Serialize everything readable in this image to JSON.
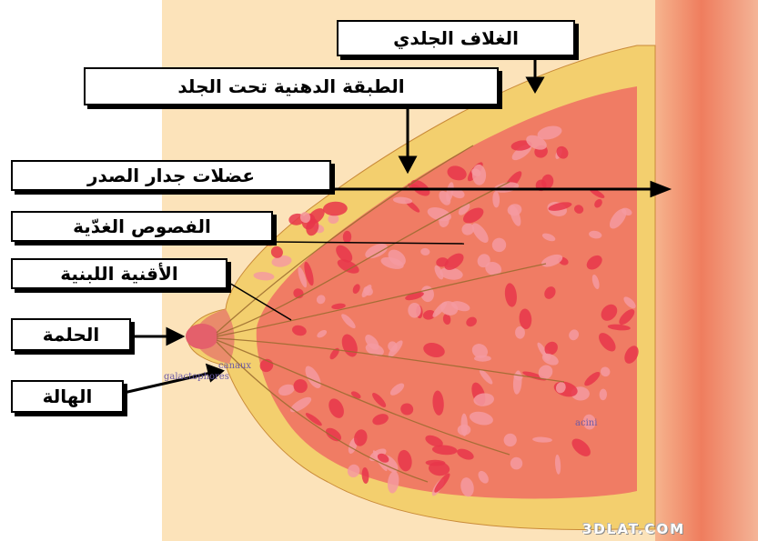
{
  "labels": {
    "skin": "الغلاف الجلدي",
    "fat": "الطبقة الدهنية تحت الجلد",
    "muscle": "عضلات جدار الصدر",
    "lobes": "الفصوص الغدّية",
    "ducts": "الأقنية اللبنية",
    "nipple": "الحلمة",
    "areola": "الهالة"
  },
  "latin_labels": {
    "l1": "canaux",
    "l2": "galactophores",
    "l3": "acini"
  },
  "watermark": "3DLAT.COM",
  "colors": {
    "background": "#fce3ba",
    "fat": "#f3cf6e",
    "tissue": "#f07c64",
    "lobules": "#e7364a",
    "chest_wall": "#ef8a6a",
    "nipple": "#e4606b"
  }
}
